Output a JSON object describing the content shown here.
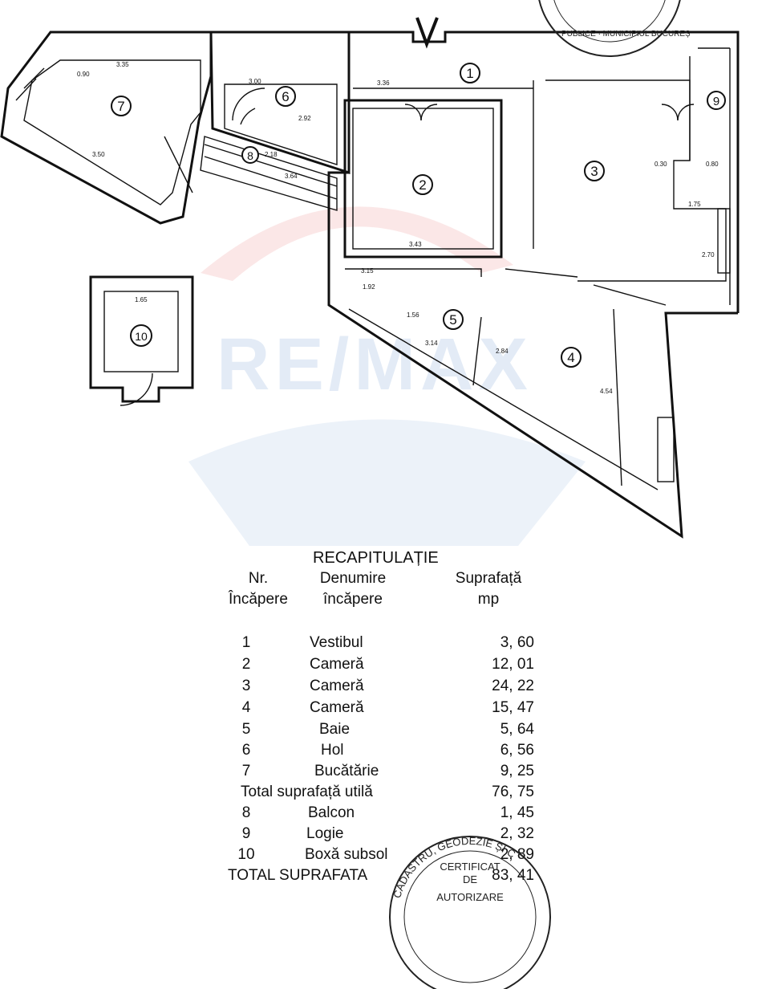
{
  "plan": {
    "rooms": [
      {
        "num": "1"
      },
      {
        "num": "2"
      },
      {
        "num": "3"
      },
      {
        "num": "4"
      },
      {
        "num": "5"
      },
      {
        "num": "6"
      },
      {
        "num": "7"
      },
      {
        "num": "8"
      },
      {
        "num": "9"
      },
      {
        "num": "10"
      }
    ],
    "dimensions": [
      "3.35",
      "3.00",
      "3.36",
      "3.50",
      "3.43",
      "3.15",
      "2.92",
      "3.64",
      "2.70",
      "2.18",
      "1.65",
      "4.54",
      "3.14",
      "1.56",
      "2.84",
      "1.92",
      "0.90",
      "0.80",
      "1.75",
      "0.30"
    ],
    "watermark": "RE/MAX"
  },
  "recap": {
    "title": "RECAPITULAȚIE",
    "col_nr": [
      "Nr.",
      "Încăpere"
    ],
    "col_name": [
      "Denumire",
      "încăpere"
    ],
    "col_area": [
      "Suprafață",
      "mp"
    ],
    "rows": [
      {
        "nr": "1",
        "name": "Vestibul",
        "area": "3, 60"
      },
      {
        "nr": "2",
        "name": "Cameră",
        "area": "12, 01"
      },
      {
        "nr": "3",
        "name": "Cameră",
        "area": "24, 22"
      },
      {
        "nr": "4",
        "name": "Cameră",
        "area": "15, 47"
      },
      {
        "nr": "5",
        "name": "Baie",
        "area": "5, 64"
      },
      {
        "nr": "6",
        "name": "Hol",
        "area": "6, 56"
      },
      {
        "nr": "7",
        "name": "Bucătărie",
        "area": "9, 25"
      }
    ],
    "subtotal": {
      "label": "Total suprafață utilă",
      "area": "76, 75"
    },
    "rows2": [
      {
        "nr": "8",
        "name": "Balcon",
        "area": "1, 45"
      },
      {
        "nr": "9",
        "name": "Logie",
        "area": "2, 32"
      },
      {
        "nr": "10",
        "name": "Boxă subsol",
        "area": "2, 89"
      }
    ],
    "total": {
      "label": "TOTAL SUPRAFATA",
      "area": "83, 41"
    }
  },
  "stamp": {
    "arc": "CADASTRU, GEODEZIE ȘI C",
    "line1": "CERTIFICAT",
    "line2": "DE",
    "line3": "AUTORIZARE"
  },
  "seal_top": {
    "text": "PUBLICE · MUNICIPIUL BUCUREȘTI · C.C.C"
  }
}
